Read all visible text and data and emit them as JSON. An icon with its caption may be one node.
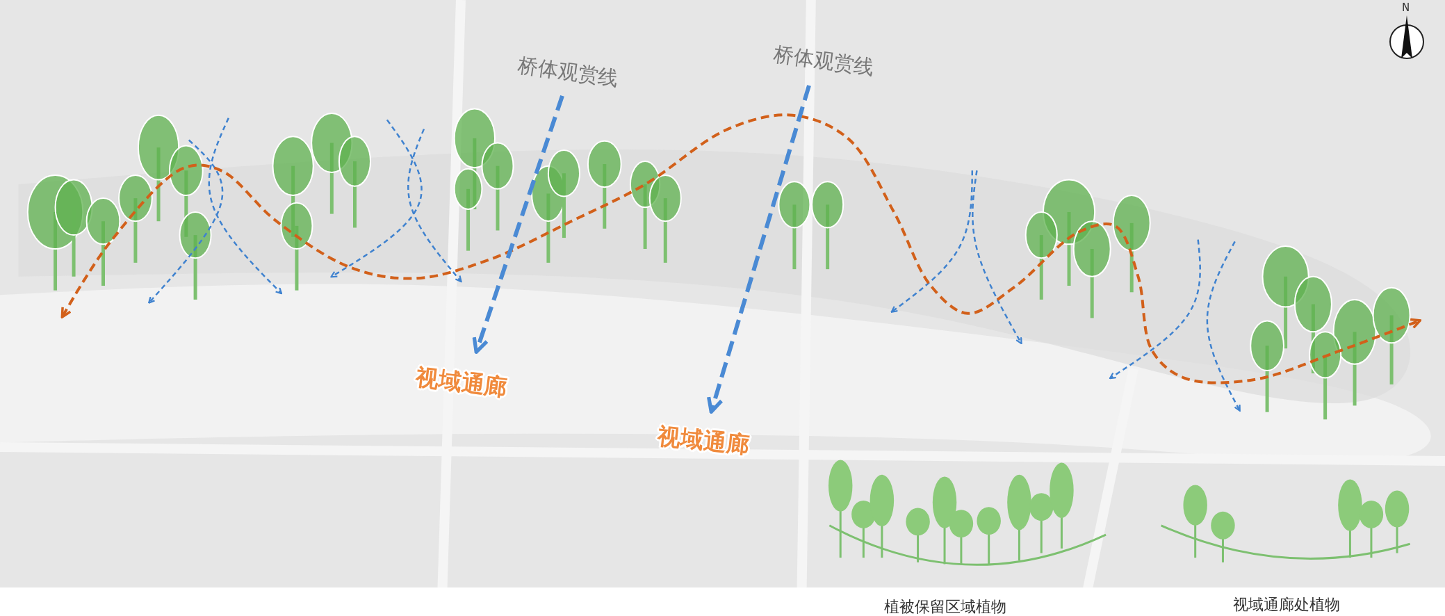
{
  "diagram": {
    "nodes": [
      {
        "text": [
          "桥体观赏线"
        ]
      },
      {
        "text": [
          "桥体观赏线"
        ]
      },
      {
        "text": [
          "视域通廊"
        ]
      },
      {
        "text": [
          "视域通廊"
        ]
      }
    ],
    "edges": [
      {
        "from": 0,
        "to": 2,
        "arrow": "to",
        "style": "dashed",
        "color": "#4a8ad4"
      },
      {
        "from": 1,
        "to": 3,
        "arrow": "to",
        "style": "dashed",
        "color": "#4a8ad4"
      }
    ],
    "labels": [
      "植被保留区域植物",
      "视域通廊处植物",
      "N"
    ]
  }
}
